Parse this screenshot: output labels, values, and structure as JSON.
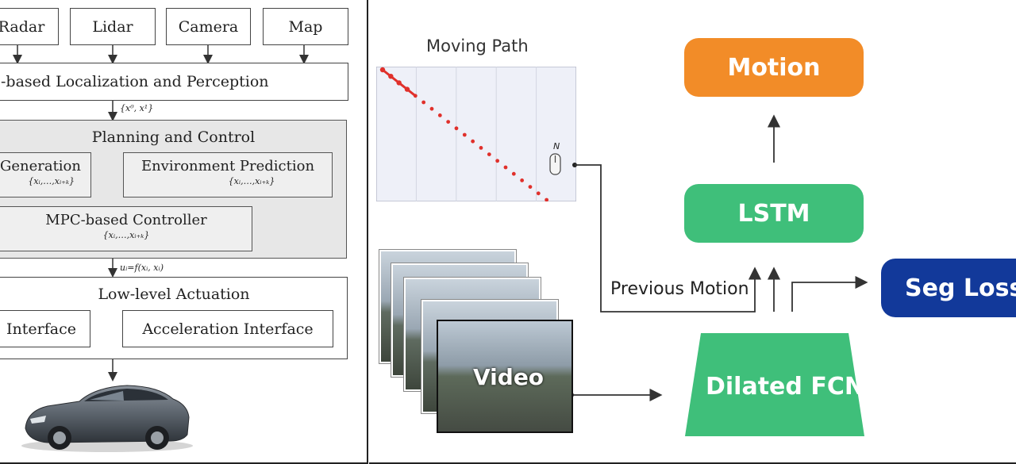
{
  "left": {
    "sensors": [
      "Radar",
      "Lidar",
      "Camera",
      "Map"
    ],
    "localization": "-based Localization and Perception",
    "arrow1_math": "{x⁰, x¹}",
    "planning": {
      "title": "Planning and Control",
      "path_generation": {
        "title": "Generation",
        "math": "{xᵢ,…,xᵢ₊ₖ}"
      },
      "environment_prediction": {
        "title": "Environment Prediction",
        "math": "{xᵢ,…,xᵢ₊ₖ}"
      },
      "mpc": {
        "title": "MPC-based Controller",
        "math": "{xᵢ,…,xᵢ₊ₖ}"
      }
    },
    "arrow2_math": "uᵢ=f(xᵢ, xᵢ)",
    "actuation": {
      "title": "Low-level Actuation",
      "steering": "Interface",
      "acceleration": "Acceleration Interface"
    }
  },
  "right": {
    "moving_path_title": "Moving Path",
    "chart_marker_label": "N",
    "motion": "Motion",
    "lstm": "LSTM",
    "previous_motion": "Previous Motion",
    "seg_loss": "Seg Loss",
    "video": "Video",
    "dilated_fcn": "Dilated FCN"
  },
  "colors": {
    "orange": "#f28c28",
    "green": "#3fbf7a",
    "navy": "#12399a",
    "path": "#e0302b"
  },
  "chart_data": {
    "type": "scatter",
    "title": "Moving Path",
    "x": [
      0,
      1,
      2,
      3,
      4,
      5,
      6,
      7,
      8,
      9,
      10,
      11,
      12,
      13,
      14,
      15,
      16,
      17,
      18,
      19,
      20
    ],
    "y": [
      20,
      19,
      18,
      17,
      16,
      15,
      14,
      13,
      12,
      11,
      10,
      9,
      8,
      7,
      6,
      5,
      4,
      3,
      2,
      1,
      0
    ],
    "grid": true
  }
}
